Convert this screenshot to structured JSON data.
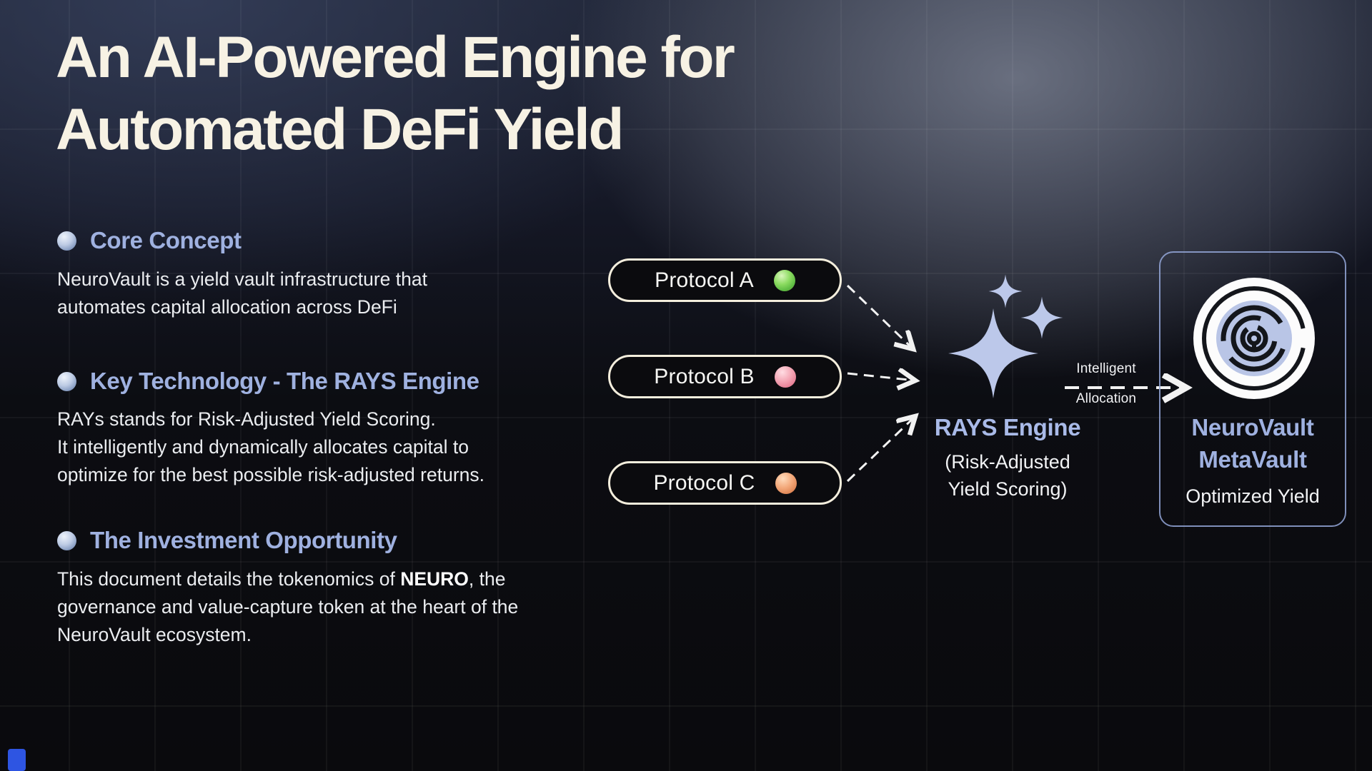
{
  "slide": {
    "title_lines": [
      "An AI-Powered Engine for",
      "Automated DeFi Yield"
    ],
    "sections": [
      {
        "heading": "Core Concept",
        "lines": [
          "NeuroVault is a yield vault infrastructure that",
          "automates capital allocation across DeFi"
        ]
      },
      {
        "heading": "Key Technology - The RAYS Engine",
        "lines": [
          "RAYs stands for Risk-Adjusted Yield Scoring.",
          "It intelligently and dynamically allocates capital to",
          "optimize for the best possible risk-adjusted returns."
        ]
      },
      {
        "heading": "The Investment Opportunity",
        "body_prefix": "This document details the tokenomics of ",
        "body_bold": "NEURO",
        "body_suffix": ", the governance and value-capture token at the heart of the NeuroVault ecosystem."
      }
    ]
  },
  "diagram": {
    "protocols": [
      {
        "label": "Protocol A",
        "dot_color": "#7ed957"
      },
      {
        "label": "Protocol B",
        "dot_color": "#f2a0b0"
      },
      {
        "label": "Protocol C",
        "dot_color": "#f0a476"
      }
    ],
    "engine": {
      "title": "RAYS Engine",
      "subtitle_lines": [
        "(Risk-Adjusted",
        "Yield Scoring)"
      ]
    },
    "flow_label": {
      "line1": "Intelligent",
      "line2": "Allocation"
    },
    "vault": {
      "title_lines": [
        "NeuroVault",
        "MetaVault"
      ],
      "subtitle": "Optimized Yield"
    },
    "icons": [
      "sparkles-icon",
      "maze-vault-logo-icon",
      "sphere-bullet-icon",
      "status-dot"
    ]
  },
  "colors": {
    "title_cream": "#f7f2e4",
    "accent_periwinkle": "#9fb1e0",
    "sparkle_periwinkle": "#bcc8ea",
    "body_text": "#ebedf0",
    "pill_border": "#f4eedd",
    "arrow_white": "#f2f2f2",
    "card_border": "#94a7d8",
    "dot_green": "#7ed957",
    "dot_pink": "#f2a0b0",
    "dot_orange": "#f0a476",
    "background_dark": "#0a0a0d",
    "background_navy": "#1d2232"
  }
}
